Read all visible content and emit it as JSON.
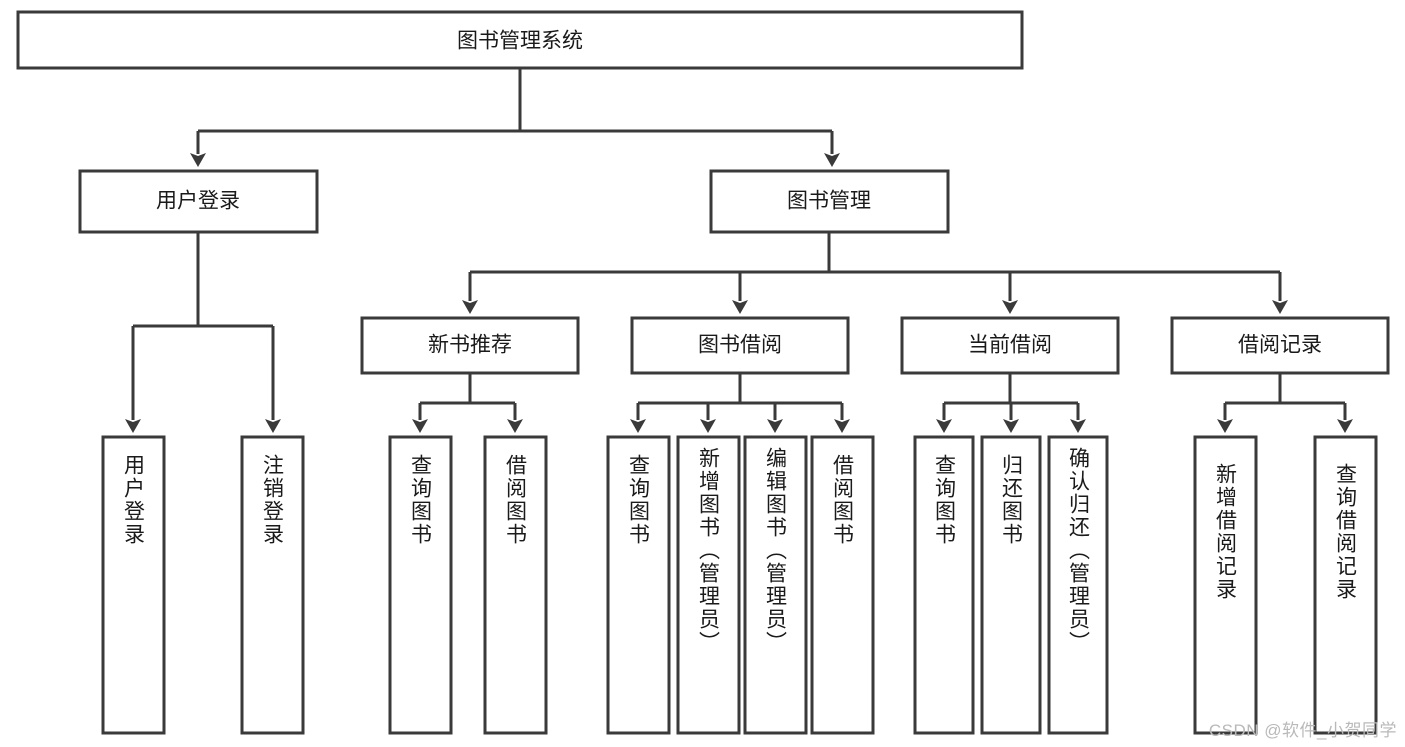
{
  "diagram": {
    "title": "图书管理系统",
    "type": "tree-hierarchy",
    "root": {
      "id": "root",
      "label": "图书管理系统"
    },
    "level2": [
      {
        "id": "user-login",
        "label": "用户登录"
      },
      {
        "id": "book-manage",
        "label": "图书管理"
      }
    ],
    "level3": [
      {
        "id": "new-book-rec",
        "label": "新书推荐",
        "parent": "book-manage"
      },
      {
        "id": "book-borrow",
        "label": "图书借阅",
        "parent": "book-manage"
      },
      {
        "id": "current-borrow",
        "label": "当前借阅",
        "parent": "book-manage"
      },
      {
        "id": "borrow-record",
        "label": "借阅记录",
        "parent": "book-manage"
      }
    ],
    "leaves": {
      "user_login": [
        {
          "id": "leaf-user-login",
          "label": "用户登录"
        },
        {
          "id": "leaf-logout",
          "label": "注销登录"
        }
      ],
      "new_book_rec": [
        {
          "id": "leaf-query-book-1",
          "label": "查询图书"
        },
        {
          "id": "leaf-borrow-book-1",
          "label": "借阅图书"
        }
      ],
      "book_borrow": [
        {
          "id": "leaf-query-book-2",
          "label": "查询图书"
        },
        {
          "id": "leaf-add-book",
          "label": "新增图书（管理员）"
        },
        {
          "id": "leaf-edit-book",
          "label": "编辑图书（管理员）"
        },
        {
          "id": "leaf-borrow-book-2",
          "label": "借阅图书"
        }
      ],
      "current_borrow": [
        {
          "id": "leaf-query-book-3",
          "label": "查询图书"
        },
        {
          "id": "leaf-return-book",
          "label": "归还图书"
        },
        {
          "id": "leaf-confirm-return",
          "label": "确认归还（管理员）"
        }
      ],
      "borrow_record": [
        {
          "id": "leaf-add-record",
          "label": "新增借阅记录"
        },
        {
          "id": "leaf-query-record",
          "label": "查询借阅记录"
        }
      ]
    }
  },
  "watermark": {
    "text": "CSDN @软件_小贺同学"
  },
  "colors": {
    "stroke": "#3a3a3a",
    "fill": "#ffffff",
    "text": "#1a1a1a",
    "watermark": "#b9b9b9"
  }
}
